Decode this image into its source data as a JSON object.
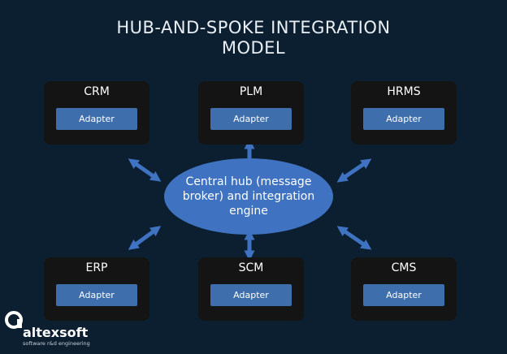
{
  "title": {
    "line1": "HUB-AND-SPOKE INTEGRATION",
    "line2": "MODEL"
  },
  "hub": {
    "label": "Central hub (message broker) and integration engine"
  },
  "systems": {
    "crm": {
      "label": "CRM",
      "adapter": "Adapter"
    },
    "plm": {
      "label": "PLM",
      "adapter": "Adapter"
    },
    "hrms": {
      "label": "HRMS",
      "adapter": "Adapter"
    },
    "erp": {
      "label": "ERP",
      "adapter": "Adapter"
    },
    "scm": {
      "label": "SCM",
      "adapter": "Adapter"
    },
    "cms": {
      "label": "CMS",
      "adapter": "Adapter"
    }
  },
  "logo": {
    "name": "altexsoft",
    "tagline": "software r&d engineering"
  },
  "colors": {
    "background": "#0c1f30",
    "box": "#141414",
    "adapter": "#3e6eab",
    "hub": "#3f73c1",
    "arrow": "#3f73c1"
  }
}
